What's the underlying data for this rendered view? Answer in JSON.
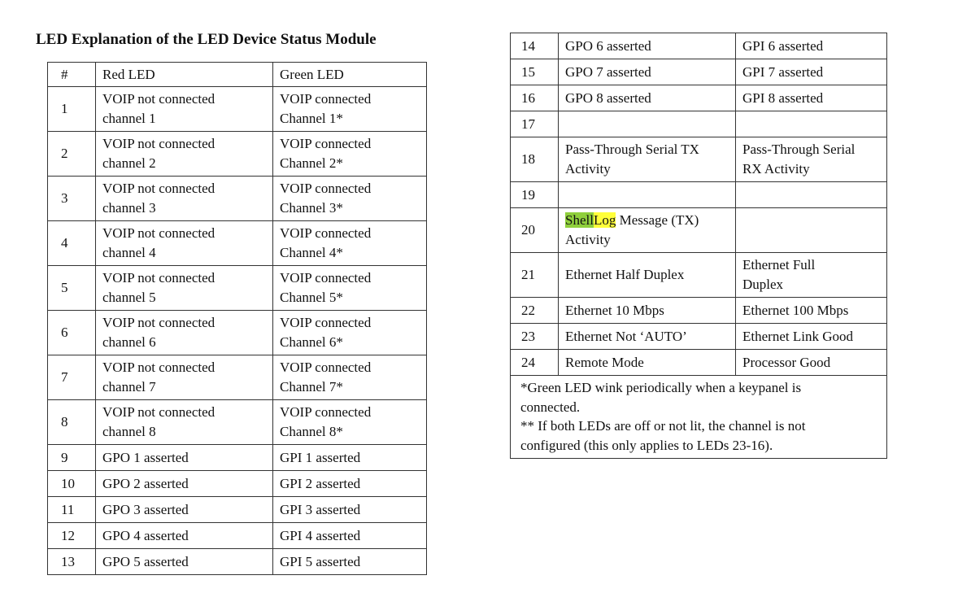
{
  "title": "LED Explanation of the LED Device Status Module",
  "header": {
    "num": "#",
    "red": "Red LED",
    "green": "Green LED"
  },
  "rows_left": [
    {
      "num": "1",
      "red": [
        "VOIP not connected",
        "channel 1"
      ],
      "green": [
        "VOIP connected",
        "Channel 1*"
      ]
    },
    {
      "num": "2",
      "red": [
        "VOIP not connected",
        "channel 2"
      ],
      "green": [
        "VOIP connected",
        "Channel 2*"
      ]
    },
    {
      "num": "3",
      "red": [
        "VOIP not connected",
        "channel 3"
      ],
      "green": [
        "VOIP connected",
        "Channel 3*"
      ]
    },
    {
      "num": "4",
      "red": [
        "VOIP not connected",
        "channel 4"
      ],
      "green": [
        "VOIP connected",
        "Channel 4*"
      ]
    },
    {
      "num": "5",
      "red": [
        "VOIP not connected",
        "channel 5"
      ],
      "green": [
        "VOIP connected",
        "Channel 5*"
      ]
    },
    {
      "num": "6",
      "red": [
        "VOIP not connected",
        "channel 6"
      ],
      "green": [
        "VOIP connected",
        "Channel 6*"
      ]
    },
    {
      "num": "7",
      "red": [
        "VOIP not connected",
        "channel 7"
      ],
      "green": [
        "VOIP connected",
        "Channel 7*"
      ]
    },
    {
      "num": "8",
      "red": [
        "VOIP not connected",
        "channel 8"
      ],
      "green": [
        "VOIP connected",
        "Channel 8*"
      ]
    },
    {
      "num": "9",
      "red": [
        "GPO 1 asserted"
      ],
      "green": [
        "GPI 1 asserted"
      ]
    },
    {
      "num": "10",
      "red": [
        "GPO 2 asserted"
      ],
      "green": [
        "GPI 2 asserted"
      ]
    },
    {
      "num": "11",
      "red": [
        "GPO 3 asserted"
      ],
      "green": [
        "GPI 3 asserted"
      ]
    },
    {
      "num": "12",
      "red": [
        "GPO 4 asserted"
      ],
      "green": [
        "GPI 4 asserted"
      ]
    },
    {
      "num": "13",
      "red": [
        "GPO 5 asserted"
      ],
      "green": [
        "GPI 5 asserted"
      ]
    }
  ],
  "rows_right": [
    {
      "num": "14",
      "red": [
        "GPO 6 asserted"
      ],
      "green": [
        "GPI 6 asserted"
      ]
    },
    {
      "num": "15",
      "red": [
        "GPO 7 asserted"
      ],
      "green": [
        "GPI 7 asserted"
      ]
    },
    {
      "num": "16",
      "red": [
        "GPO 8 asserted"
      ],
      "green": [
        "GPI 8 asserted"
      ]
    },
    {
      "num": "17",
      "red": [],
      "green": []
    },
    {
      "num": "18",
      "red": [
        "Pass-Through Serial TX",
        "Activity"
      ],
      "green": [
        "Pass-Through Serial",
        "RX Activity"
      ]
    },
    {
      "num": "19",
      "red": [],
      "green": []
    },
    {
      "num": "20",
      "red_parts": {
        "hl1": "Shell",
        "hl2": "Log",
        "rest": " Message (TX)",
        "line2": "Activity"
      },
      "green": []
    },
    {
      "num": "21",
      "red": [
        "Ethernet Half Duplex"
      ],
      "green": [
        "Ethernet Full",
        "Duplex"
      ]
    },
    {
      "num": "22",
      "red": [
        "Ethernet 10 Mbps"
      ],
      "green": [
        "Ethernet 100 Mbps"
      ]
    },
    {
      "num": "23",
      "red": [
        "Ethernet Not ‘AUTO’"
      ],
      "green": [
        "Ethernet Link Good"
      ]
    },
    {
      "num": "24",
      "red": [
        "Remote Mode"
      ],
      "green": [
        "Processor Good"
      ]
    }
  ],
  "notes": [
    "*Green LED wink periodically when a keypanel is",
    "connected.",
    "** If both LEDs are off or not lit, the channel is not",
    "configured (this only applies to LEDs 23-16)."
  ],
  "highlight_colors": {
    "green": "#8fcf3c",
    "yellow": "#ffff3a"
  }
}
